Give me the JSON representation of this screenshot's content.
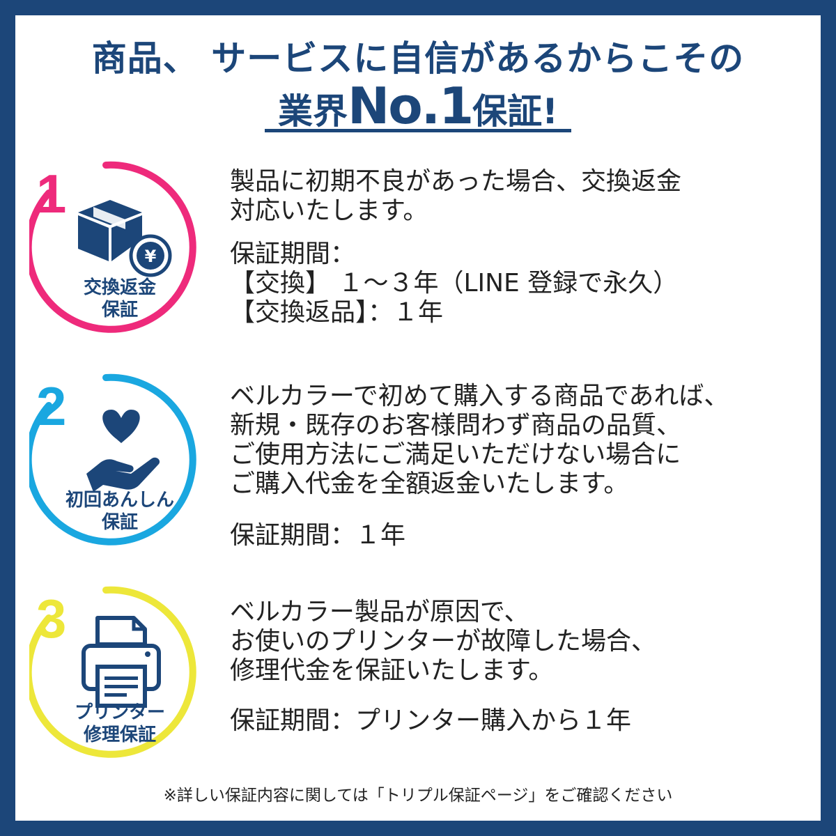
{
  "headline": {
    "line1": "商品、 サービスに自信があるからこその",
    "line2a": "業界",
    "line2b": "No.1",
    "line2c": "保証!"
  },
  "colors": {
    "navy": "#1c4679",
    "pink": "#ee2a7b",
    "blue": "#1aa7e0",
    "yellow": "#ede73a"
  },
  "guarantees": [
    {
      "number": "1",
      "icon": "box-yen-icon",
      "label_lines": [
        "交換返金",
        "保証"
      ],
      "text_lines": [
        "製品に初期不良があった場合、交換返金",
        "対応いたします。"
      ],
      "period_lines": [
        "保証期間：",
        "【交換】 １～３年（LINE 登録で永久）",
        "【交換返品】：１年"
      ]
    },
    {
      "number": "2",
      "icon": "heart-hand-icon",
      "label_lines": [
        "初回あんしん",
        "保証"
      ],
      "text_lines": [
        "ベルカラーで初めて購入する商品であれば、",
        "新規・既存のお客様問わず商品の品質、",
        "ご使用方法にご満足いただけない場合に",
        "ご購入代金を全額返金いたします。"
      ],
      "period_lines": [
        "保証期間：１年"
      ]
    },
    {
      "number": "3",
      "icon": "printer-icon",
      "label_lines": [
        "プリンター",
        "修理保証"
      ],
      "text_lines": [
        "ベルカラー製品が原因で、",
        "お使いのプリンターが故障した場合、",
        "修理代金を保証いたします。"
      ],
      "period_lines": [
        "保証期間：プリンター購入から１年"
      ]
    }
  ],
  "footnote": "※詳しい保証内容に関しては「トリプル保証ページ」をご確認ください"
}
